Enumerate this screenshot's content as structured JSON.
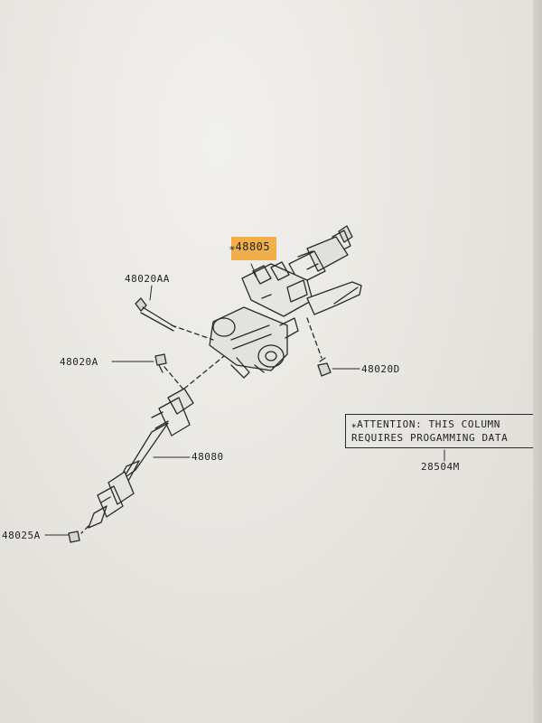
{
  "parts": {
    "column": "⁎48805",
    "bolt_long": "48020AA",
    "bolt_left": "48020A",
    "bolt_right": "48020D",
    "shaft": "48080",
    "bolt_bottom": "48025A",
    "label_right": "28504M"
  },
  "note": {
    "line1": "⁎ATTENTION: THIS COLUMN",
    "line2": "REQUIRES PROGAMMING DATA"
  },
  "colors": {
    "highlight": "#f2a93b",
    "ink": "#1f1f1f",
    "paper": "#ecebe6"
  }
}
